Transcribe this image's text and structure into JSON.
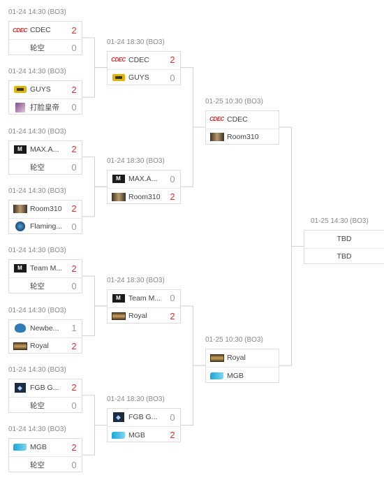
{
  "rounds": [
    {
      "matches": [
        {
          "time": "01-24 14:30 (BO3)",
          "teams": [
            {
              "name": "CDEC",
              "score": "2",
              "win": true,
              "logo": "cdec-logo"
            },
            {
              "name": "轮空",
              "score": "0",
              "win": false,
              "logo": ""
            }
          ]
        },
        {
          "time": "01-24 14:30 (BO3)",
          "teams": [
            {
              "name": "GUYS",
              "score": "2",
              "win": true,
              "logo": "guys-logo"
            },
            {
              "name": "打脸皇帝",
              "score": "0",
              "win": false,
              "logo": "face-logo"
            }
          ]
        },
        {
          "time": "01-24 14:30 (BO3)",
          "teams": [
            {
              "name": "MAX.A...",
              "score": "2",
              "win": true,
              "logo": "m-logo"
            },
            {
              "name": "轮空",
              "score": "0",
              "win": false,
              "logo": ""
            }
          ]
        },
        {
          "time": "01-24 14:30 (BO3)",
          "teams": [
            {
              "name": "Room310",
              "score": "2",
              "win": true,
              "logo": "room-logo"
            },
            {
              "name": "Flaming...",
              "score": "0",
              "win": false,
              "logo": "flame-logo"
            }
          ]
        },
        {
          "time": "01-24 14:30 (BO3)",
          "teams": [
            {
              "name": "Team M...",
              "score": "2",
              "win": true,
              "logo": "m-logo"
            },
            {
              "name": "轮空",
              "score": "0",
              "win": false,
              "logo": ""
            }
          ]
        },
        {
          "time": "01-24 14:30 (BO3)",
          "teams": [
            {
              "name": "Newbe...",
              "score": "1",
              "win": false,
              "logo": "newbee-logo"
            },
            {
              "name": "Royal",
              "score": "2",
              "win": true,
              "logo": "royal-logo"
            }
          ]
        },
        {
          "time": "01-24 14:30 (BO3)",
          "teams": [
            {
              "name": "FGB G...",
              "score": "2",
              "win": true,
              "logo": "fgb-logo"
            },
            {
              "name": "轮空",
              "score": "0",
              "win": false,
              "logo": ""
            }
          ]
        },
        {
          "time": "01-24 14:30 (BO3)",
          "teams": [
            {
              "name": "MGB",
              "score": "2",
              "win": true,
              "logo": "mgb-logo"
            },
            {
              "name": "轮空",
              "score": "0",
              "win": false,
              "logo": ""
            }
          ]
        }
      ]
    },
    {
      "matches": [
        {
          "time": "01-24 18:30 (BO3)",
          "teams": [
            {
              "name": "CDEC",
              "score": "2",
              "win": true,
              "logo": "cdec-logo"
            },
            {
              "name": "GUYS",
              "score": "0",
              "win": false,
              "logo": "guys-logo"
            }
          ]
        },
        {
          "time": "01-24 18:30 (BO3)",
          "teams": [
            {
              "name": "MAX.A...",
              "score": "0",
              "win": false,
              "logo": "m-logo"
            },
            {
              "name": "Room310",
              "score": "2",
              "win": true,
              "logo": "room-logo"
            }
          ]
        },
        {
          "time": "01-24 18:30 (BO3)",
          "teams": [
            {
              "name": "Team M...",
              "score": "0",
              "win": false,
              "logo": "m-logo"
            },
            {
              "name": "Royal",
              "score": "2",
              "win": true,
              "logo": "royal-logo"
            }
          ]
        },
        {
          "time": "01-24 18:30 (BO3)",
          "teams": [
            {
              "name": "FGB G...",
              "score": "0",
              "win": false,
              "logo": "fgb-logo"
            },
            {
              "name": "MGB",
              "score": "2",
              "win": true,
              "logo": "mgb-logo"
            }
          ]
        }
      ]
    },
    {
      "matches": [
        {
          "time": "01-25 10:30 (BO3)",
          "teams": [
            {
              "name": "CDEC",
              "score": "",
              "win": false,
              "logo": "cdec-logo"
            },
            {
              "name": "Room310",
              "score": "",
              "win": false,
              "logo": "room-logo"
            }
          ]
        },
        {
          "time": "01-25 10:30 (BO3)",
          "teams": [
            {
              "name": "Royal",
              "score": "",
              "win": false,
              "logo": "royal-logo"
            },
            {
              "name": "MGB",
              "score": "",
              "win": false,
              "logo": "mgb-logo"
            }
          ]
        }
      ]
    },
    {
      "matches": [
        {
          "time": "01-25 14:30 (BO3)",
          "teams": [
            {
              "name": "TBD",
              "score": "",
              "win": false,
              "logo": ""
            },
            {
              "name": "TBD",
              "score": "",
              "win": false,
              "logo": ""
            }
          ]
        }
      ]
    }
  ],
  "colors": {
    "win_score": "#e2302f",
    "lose_score": "#999999",
    "border": "#dcdcdc",
    "line": "#d0d0d0"
  }
}
